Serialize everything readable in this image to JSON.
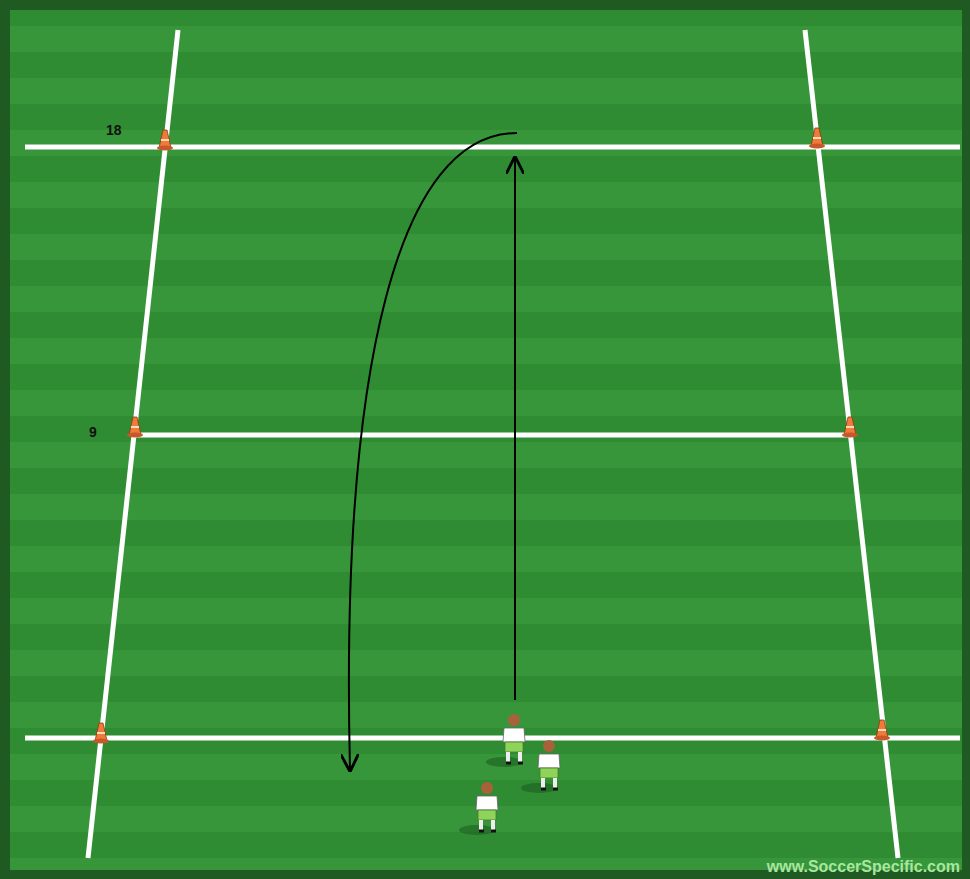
{
  "diagram": {
    "labels": [
      "18",
      "9",
      "www.SoccerSpecific.com"
    ]
  }
}
